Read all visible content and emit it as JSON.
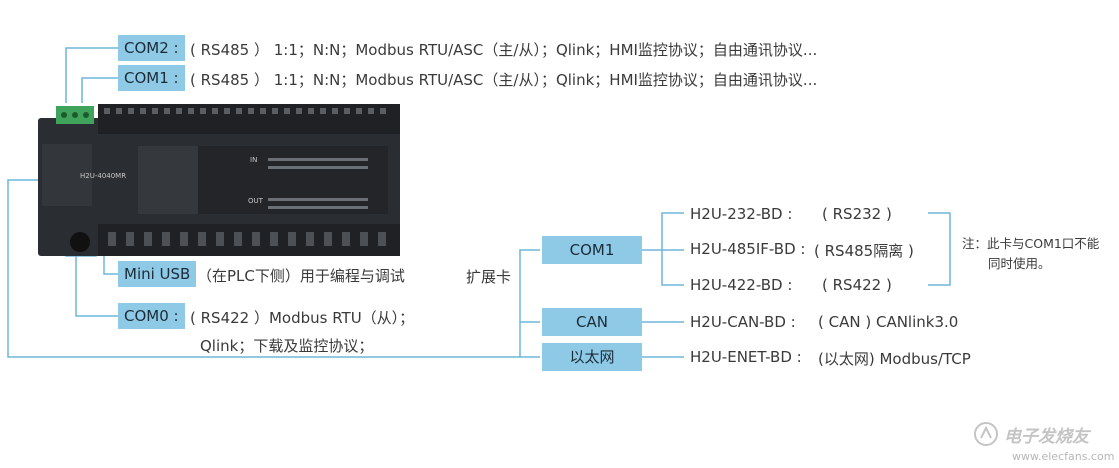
{
  "labels": {
    "com2_tag": "COM2 :",
    "com2_desc": "( RS485 ） 1:1；N:N；Modbus RTU/ASC（主/从）；Qlink；HMI监控协议；自由通讯协议...",
    "com1_tag": "COM1 :",
    "com1_desc": "( RS485 ） 1:1；N:N；Modbus RTU/ASC（主/从）；Qlink；HMI监控协议；自由通讯协议...",
    "miniusb_tag": "Mini USB",
    "miniusb_desc": "（在PLC下侧）用于编程与调试",
    "com0_tag": "COM0 :",
    "com0_desc1": "( RS422 ）Modbus RTU（从）；",
    "com0_desc2": "Qlink；下载及监控协议；",
    "expansion": "扩展卡",
    "box_com1": "COM1",
    "box_can": "CAN",
    "box_eth": "以太网",
    "card_232_model": "H2U-232-BD :",
    "card_232_desc": "( RS232 )",
    "card_485_model": "H2U-485IF-BD :",
    "card_485_desc": "( RS485隔离 )",
    "card_422_model": "H2U-422-BD :",
    "card_422_desc": "( RS422 )",
    "card_can_model": "H2U-CAN-BD :",
    "card_can_desc": "( CAN ) CANlink3.0",
    "card_eth_model": "H2U-ENET-BD :",
    "card_eth_desc": "(以太网) Modbus/TCP",
    "note_line1": "注：此卡与COM1口不能",
    "note_line2": "同时使用。",
    "plc_model": "H2U-4040MR",
    "plc_in": "IN",
    "plc_out": "OUT",
    "watermark_title": "电子发烧友",
    "watermark_url": "www.elecfans.com"
  },
  "colors": {
    "accent": "#8ecae6",
    "line": "#6fb7d8",
    "plc_body": "#2a2d31",
    "terminal_green": "#3fa35b"
  }
}
